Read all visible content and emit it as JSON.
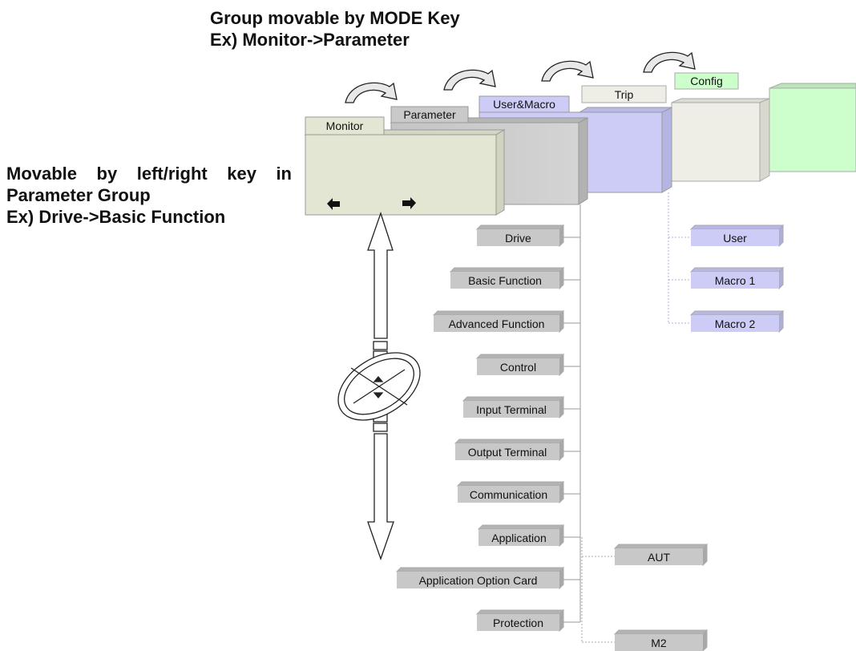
{
  "captions": {
    "mode_line1": "Group movable by MODE Key",
    "mode_line2": "Ex) Monitor->Parameter",
    "lr_line1": "Movable by left/right key in",
    "lr_line2": "Parameter Group",
    "lr_line3": "Ex) Drive->Basic Function"
  },
  "mode_groups": [
    "Monitor",
    "Parameter",
    "User&Macro",
    "Trip",
    "Config"
  ],
  "parameter_groups": [
    "Drive",
    "Basic Function",
    "Advanced Function",
    "Control",
    "Input Terminal",
    "Output Terminal",
    "Communication",
    "Application",
    "Application Option Card",
    "Protection"
  ],
  "user_macro_groups": [
    "User",
    "Macro 1",
    "Macro 2"
  ],
  "application_sub": [
    "AUT",
    "M2"
  ],
  "colors": {
    "monitor": "#e3e6d3",
    "parameter": "#c9c9c9",
    "user_macro": "#ccccf6",
    "trip": "#eeeee6",
    "config": "#ccffcc"
  },
  "icons": {
    "left_arrow": "left-arrow-icon",
    "right_arrow": "right-arrow-icon",
    "keypad": "keypad-dial-icon"
  }
}
